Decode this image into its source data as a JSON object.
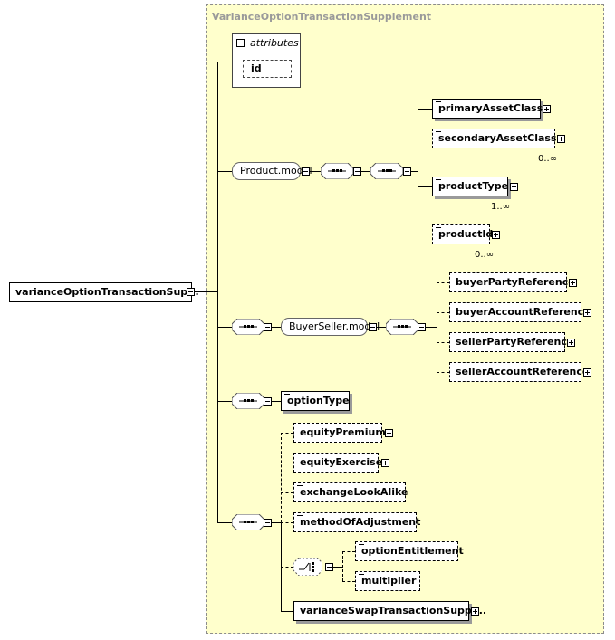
{
  "diagram": {
    "root": {
      "label": "varianceOptionTransactionSup..."
    },
    "frame_title": "VarianceOptionTransactionSupplement",
    "attributes": {
      "label": "attributes",
      "items": [
        "id"
      ]
    },
    "product_group": {
      "label": "Product.model",
      "elements": [
        {
          "label": "primaryAssetClass",
          "optional": false,
          "cardinality": ""
        },
        {
          "label": "secondaryAssetClass",
          "optional": true,
          "cardinality": "0..∞"
        },
        {
          "label": "productType",
          "optional": false,
          "cardinality": "1..∞"
        },
        {
          "label": "productId",
          "optional": true,
          "cardinality": "0..∞"
        }
      ]
    },
    "buyer_seller_group": {
      "label": "BuyerSeller.model",
      "elements": [
        {
          "label": "buyerPartyReference"
        },
        {
          "label": "buyerAccountReference"
        },
        {
          "label": "sellerPartyReference"
        },
        {
          "label": "sellerAccountReference"
        }
      ]
    },
    "option_type": {
      "label": "optionType"
    },
    "option_elements": [
      {
        "label": "equityPremium"
      },
      {
        "label": "equityExercise"
      },
      {
        "label": "exchangeLookAlike"
      },
      {
        "label": "methodOfAdjustment"
      }
    ],
    "choice_elements": [
      {
        "label": "optionEntitlement"
      },
      {
        "label": "multiplier"
      }
    ],
    "last_element": {
      "label": "varianceSwapTransactionSuppl..."
    }
  }
}
